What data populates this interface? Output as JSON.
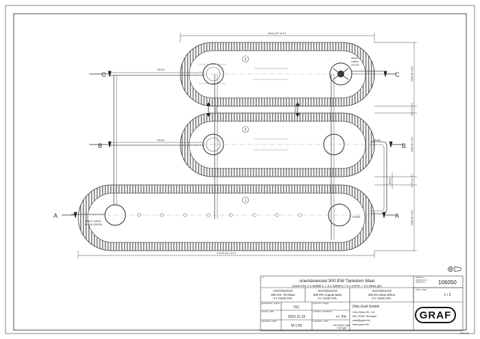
{
  "dimensions": {
    "top": "8440 (27'-8.3\")",
    "bottom": "12920 (42'-4.6\")",
    "right_c": "2530 (8'-3.6\")",
    "right_cb": "1270 (4'-2\")",
    "right_b": "2530 (8'-3.6\")",
    "right_ba": "1270 (4'-2\")",
    "right_a": "2530 (8'-3.6\")",
    "mid_dn": "DN150"
  },
  "pipes": {
    "c_left": "DN110",
    "b_left": "DN110",
    "connector_1": "DN110",
    "connector_2": "DN110",
    "b_right": "DN160",
    "a_right": "DN160"
  },
  "notes": {
    "c_overflow_line1": "Ablauf /",
    "c_overflow_line2": "outflow",
    "c_overflow_line3": "DN 160",
    "a_overflow_line1": "Ablauf / outflow",
    "a_overflow_line2": "DN 160 (DN200)"
  },
  "section_letters": {
    "a": "A",
    "b": "B",
    "c": "C"
  },
  "tank_numbers": [
    "1",
    "2",
    "3"
  ],
  "sheet_format": "DIN A3",
  "title_block": {
    "header_mark": "A",
    "title": "oneAdvanced 300 EW Tankdom Maxi",
    "subtitle": "Carat XXL 1 x 52000 L + 2 x 32000 L / 1 x 13737 + 2 x 8453 gal.",
    "format_label": "Blatt-Nr. / drawing no. / dessin no.",
    "drawing_no": "106050",
    "col1_line1": "oneAdvanced",
    "col1_line2": "300 inh. TD-Maxi",
    "col1_line3": "3 x Carat XXL",
    "col2_line1": "oneAdvanced",
    "col2_line2": "300 PE Cúpula Maxi",
    "col2_line3": "3 x Carat XXL",
    "col3_line1": "oneAdvanced",
    "col3_line2": "300 EH Maxi-dôme",
    "col3_line3": "3 x Carat XXL",
    "sheet_label": "Blatt / page",
    "sheet": "1 / 2",
    "drawn_label": "gezeichnet / drawn",
    "drawn": "ISC",
    "weight_label": "Gewicht / weight",
    "weight": "",
    "date_label": "Datum / date",
    "date": "2022.11.15",
    "tolerance_label": "Toleranz / tolerance",
    "tolerance": "+/- 3%",
    "scale_label": "Maßstab / scale",
    "scale": "M 1:50",
    "volume_label": "Einheiten / units",
    "volume": "mm (inch) / gal = US gal",
    "company": "Otto Graf GmbH",
    "address1": "Carl-Zeiss-Str. 2-6",
    "address2": "DE-79331 Teningen",
    "email": "mail@graf.info",
    "web": "www.graf.info",
    "logo_text": "GRAF"
  }
}
